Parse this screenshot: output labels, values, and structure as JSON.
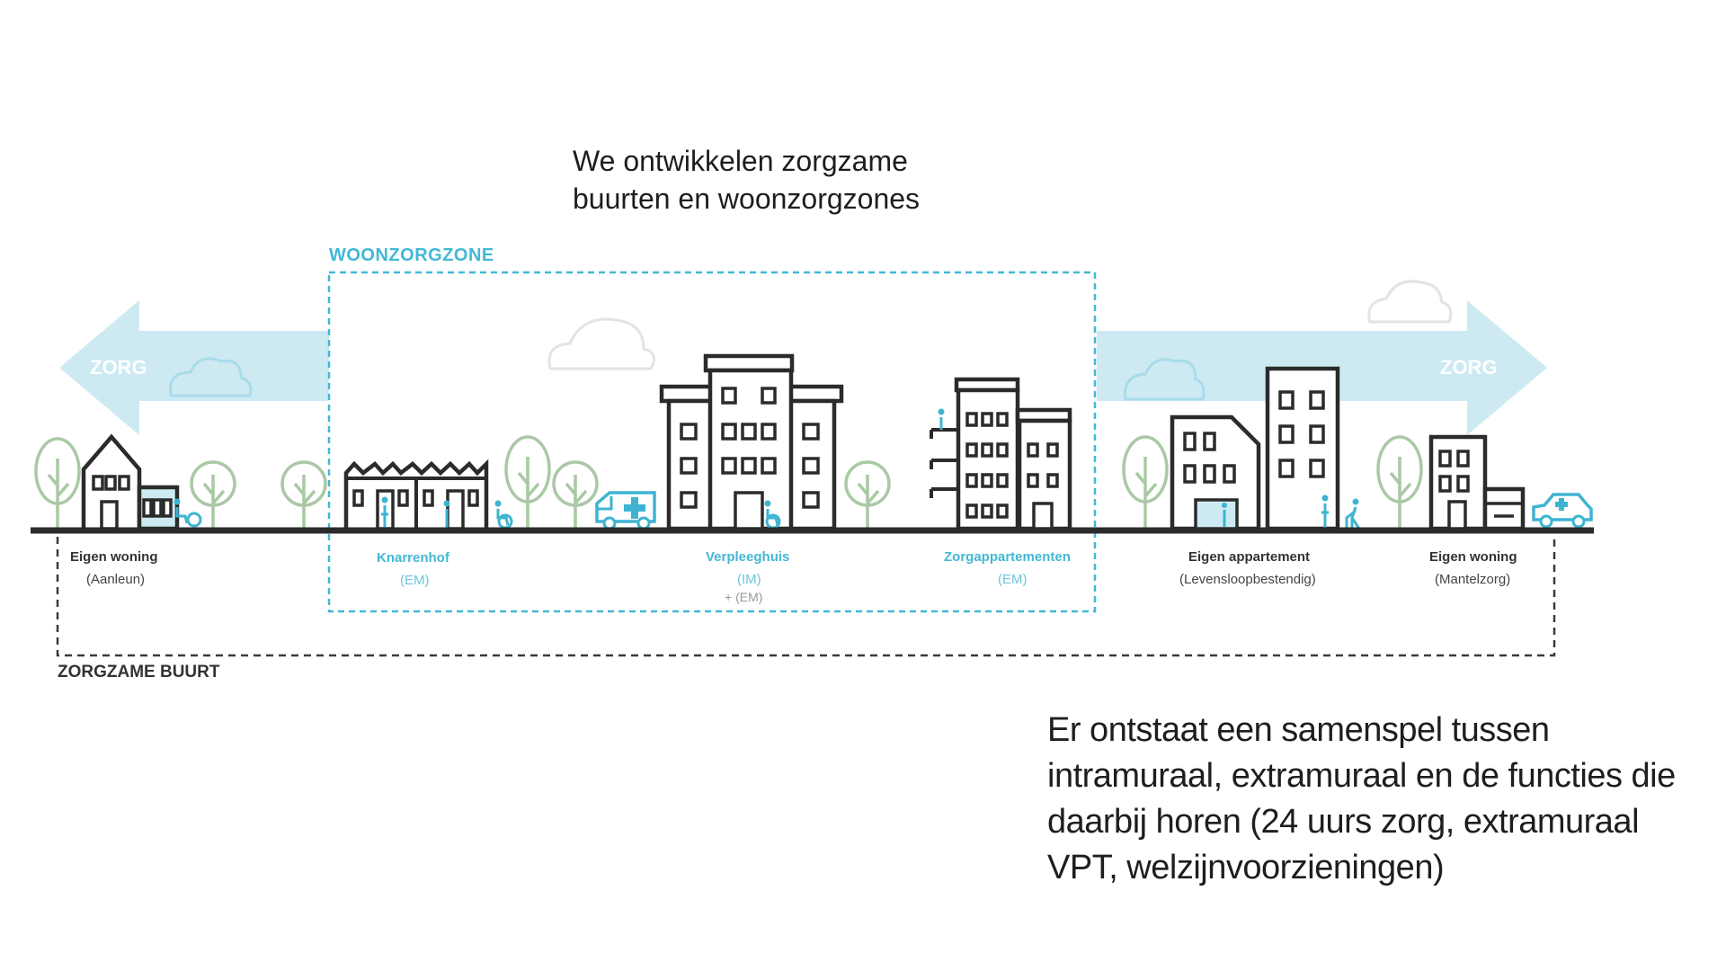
{
  "headline": {
    "line1": "We ontwikkelen zorgzame",
    "line2": "buurten en woonzorgzones"
  },
  "zones": {
    "woonzorgzone": "WOONZORGZONE",
    "zorgzame_buurt": "ZORGZAME BUURT"
  },
  "arrows": {
    "left_label": "ZORG",
    "right_label": "ZORG"
  },
  "locations": [
    {
      "name": "Eigen woning",
      "sub": "(Aanleun)"
    },
    {
      "name": "Knarrenhof",
      "sub": "(EM)"
    },
    {
      "name": "Verpleeghuis",
      "sub": "(IM)",
      "sub2": "+ (EM)"
    },
    {
      "name": "Zorgappartementen",
      "sub": "(EM)"
    },
    {
      "name": "Eigen appartement",
      "sub": "(Levensloopbestendig)"
    },
    {
      "name": "Eigen woning",
      "sub": "(Mantelzorg)"
    }
  ],
  "caption": {
    "line1": "Er ontstaat een samenspel tussen",
    "line2": "intramuraal, extramuraal en de functies die",
    "line3": "daarbij horen (24 uurs zorg, extramuraal",
    "line4": "VPT, welzijnvoorzieningen)"
  },
  "colors": {
    "accent_blue": "#42b8d4",
    "arrow_blue": "#cdeaf3",
    "line_dark": "#2b2b2b",
    "tree_green": "#a9c9a4"
  }
}
